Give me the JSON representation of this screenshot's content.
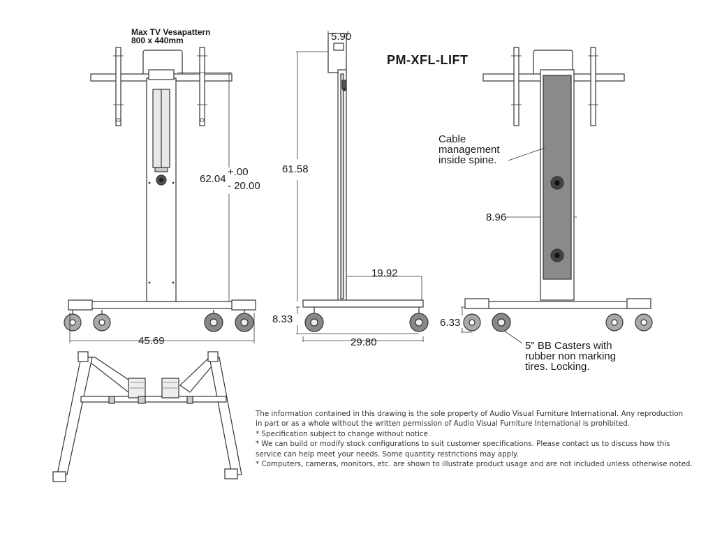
{
  "model": "PM-XFL-LIFT",
  "vesa": {
    "line1": "Max TV Vesapattern",
    "line2": "800 x 440mm"
  },
  "dimensions": {
    "height_range_value": "62.04",
    "height_range_plus": "+.00",
    "height_range_minus": "- 20.00",
    "overall_width": "45.69",
    "side_height": "61.58",
    "mount_depth": "5.90",
    "side_offset": "19.92",
    "base_height_side": "8.33",
    "base_depth": "29.80",
    "spine_width": "8.96",
    "base_height_rear": "6.33"
  },
  "callouts": {
    "cable": [
      "Cable",
      "management",
      "inside spine."
    ],
    "casters": [
      "5\" BB Casters with",
      "rubber non marking",
      "tires. Locking."
    ]
  },
  "disclaimer": [
    "The information contained in this drawing is the sole property of Audio Visual Furniture International. Any reproduction",
    "in part or as a whole without the written permission of Audio Visual Furniture International is prohibited.",
    "* Specification subject to change without notice",
    "* We can build or modify stock configurations to suit customer specifications. Please contact us to discuss how this",
    "service can help meet your needs. Some quantity restrictions may apply.",
    "* Computers, cameras, monitors, etc. are shown to illustrate product usage and are not included unless otherwise noted."
  ]
}
